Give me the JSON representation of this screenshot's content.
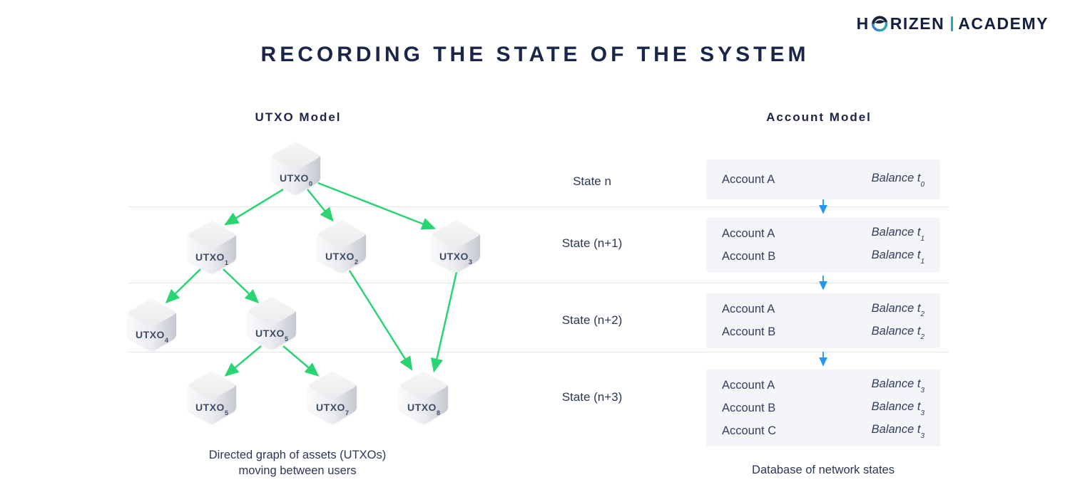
{
  "logo": {
    "part1": "H",
    "part2": "RIZEN",
    "part3": "ACADEMY",
    "icon": "horizen-o-icon",
    "separator_color": "#2d9fc5"
  },
  "title": {
    "text": "RECORDING THE STATE OF THE SYSTEM"
  },
  "utxo_model": {
    "heading": "UTXO Model",
    "caption_line1": "Directed graph of assets (UTXOs)",
    "caption_line2": "moving between users",
    "nodes": [
      {
        "id": "utxo0",
        "label": "UTXO",
        "sub": "0"
      },
      {
        "id": "utxo1",
        "label": "UTXO",
        "sub": "1"
      },
      {
        "id": "utxo2",
        "label": "UTXO",
        "sub": "2"
      },
      {
        "id": "utxo3",
        "label": "UTXO",
        "sub": "3"
      },
      {
        "id": "utxo4",
        "label": "UTXO",
        "sub": "4"
      },
      {
        "id": "utxo5",
        "label": "UTXO",
        "sub": "5"
      },
      {
        "id": "utxo6",
        "label": "UTXO",
        "sub": "5"
      },
      {
        "id": "utxo7",
        "label": "UTXO",
        "sub": "7"
      },
      {
        "id": "utxo8",
        "label": "UTXO",
        "sub": "8"
      }
    ],
    "edges": [
      [
        "utxo0",
        "utxo1"
      ],
      [
        "utxo0",
        "utxo2"
      ],
      [
        "utxo0",
        "utxo3"
      ],
      [
        "utxo1",
        "utxo4"
      ],
      [
        "utxo1",
        "utxo5"
      ],
      [
        "utxo5",
        "utxo6"
      ],
      [
        "utxo5",
        "utxo7"
      ],
      [
        "utxo2",
        "utxo8"
      ],
      [
        "utxo3",
        "utxo8"
      ]
    ],
    "arrow_color": "#2bd473"
  },
  "states": {
    "labels": [
      "State n",
      "State (n+1)",
      "State (n+2)",
      "State (n+3)"
    ]
  },
  "account_model": {
    "heading": "Account Model",
    "caption": "Database of network states",
    "transition_arrow_color": "#2196f3",
    "box_background": "#f4f5f9",
    "groups": [
      {
        "rows": [
          {
            "name": "Account A",
            "balance": "Balance t",
            "sub": "0"
          }
        ]
      },
      {
        "rows": [
          {
            "name": "Account A",
            "balance": "Balance t",
            "sub": "1"
          },
          {
            "name": "Account B",
            "balance": "Balance t",
            "sub": "1"
          }
        ]
      },
      {
        "rows": [
          {
            "name": "Account A",
            "balance": "Balance t",
            "sub": "2"
          },
          {
            "name": "Account B",
            "balance": "Balance t",
            "sub": "2"
          }
        ]
      },
      {
        "rows": [
          {
            "name": "Account A",
            "balance": "Balance t",
            "sub": "3"
          },
          {
            "name": "Account B",
            "balance": "Balance t",
            "sub": "3"
          },
          {
            "name": "Account C",
            "balance": "Balance t",
            "sub": "3"
          }
        ]
      }
    ]
  },
  "colors": {
    "navy": "#1b2547",
    "body_text": "#333f5c",
    "green_arrow": "#2bd473",
    "blue_arrow": "#2196f3",
    "separator_line": "#e4e5e9"
  }
}
